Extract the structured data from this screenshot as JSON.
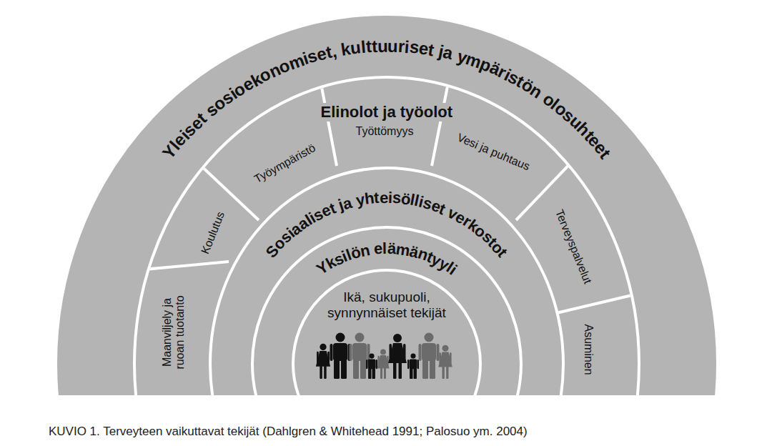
{
  "diagram": {
    "caption": "KUVIO 1. Terveyteen vaikuttavat tekijät (Dahlgren & Whitehead 1991; Palosuo ym. 2004)",
    "nodes": [
      {
        "text": [
          "Yleiset sosioekonomiset, kulttuuriset ja ympäristön olosuhteet"
        ]
      },
      {
        "text": [
          "Elinolot ja työolot"
        ],
        "in": 0
      },
      {
        "text": [
          "Maanviljely ja ruoan tuotanto"
        ],
        "in": 1
      },
      {
        "text": [
          "Koulutus"
        ],
        "in": 1
      },
      {
        "text": [
          "Työympäristö"
        ],
        "in": 1
      },
      {
        "text": [
          "Työttömyys"
        ],
        "in": 1
      },
      {
        "text": [
          "Vesi ja puhtaus"
        ],
        "in": 1
      },
      {
        "text": [
          "Terveyspalvelut"
        ],
        "in": 1
      },
      {
        "text": [
          "Asuminen"
        ],
        "in": 1
      },
      {
        "text": [
          "Sosiaaliset ja yhteisölliset verkostot"
        ],
        "in": 1
      },
      {
        "text": [
          "Yksilön elämäntyyli"
        ],
        "in": 9
      },
      {
        "text": [
          "Ikä, sukupuoli, synnynnäiset tekijät"
        ],
        "in": 10
      }
    ]
  }
}
